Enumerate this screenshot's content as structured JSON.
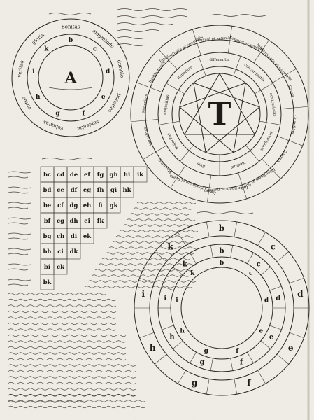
{
  "first_figure": {
    "ring_words": [
      "Bonitas",
      "magnitudo",
      "duratio",
      "potestas",
      "sapientia",
      "voluntas",
      "virtus",
      "veritas",
      "gloria"
    ],
    "letters": [
      "b",
      "c",
      "d",
      "e",
      "f",
      "g",
      "h",
      "i",
      "k"
    ],
    "center_letter": "A"
  },
  "table_figure": {
    "rows": [
      [
        "bc",
        "cd",
        "de",
        "ef",
        "fg",
        "gh",
        "hi",
        "ik"
      ],
      [
        "bd",
        "ce",
        "df",
        "eg",
        "fh",
        "gi",
        "hk"
      ],
      [
        "be",
        "cf",
        "dg",
        "eh",
        "fi",
        "gk"
      ],
      [
        "bf",
        "cg",
        "dh",
        "ei",
        "fk"
      ],
      [
        "bg",
        "ch",
        "di",
        "ek"
      ],
      [
        "bh",
        "ci",
        "dk"
      ],
      [
        "bi",
        "ck"
      ],
      [
        "bk"
      ]
    ]
  },
  "second_figure": {
    "center_letter": "T",
    "inner_words": [
      "differentia",
      "concordantia",
      "contrarietas",
      "principium",
      "medium",
      "finis",
      "majoritas",
      "aequalitas",
      "minoritas"
    ],
    "outer_words": [
      "Sensual et sensual",
      "Intellectualis et sensualis",
      "Causa",
      "Quantitas",
      "Tempus",
      "Inter finem et finem",
      "Inter finem et medium",
      "Inter principium et finem",
      "Maioritas",
      "Aequalitas",
      "Minoritas",
      "Intellectualis",
      "Intellectualis et sensualis",
      "Sensual et sensual"
    ]
  },
  "fourth_figure": {
    "outer_letters": [
      "b",
      "c",
      "d",
      "e",
      "f",
      "g",
      "h",
      "i",
      "k"
    ],
    "middle_letters": [
      "b",
      "c",
      "d",
      "e",
      "f",
      "g",
      "h",
      "i",
      "k"
    ],
    "inner_letters": [
      "b",
      "c",
      "d",
      "e",
      "f",
      "g",
      "h",
      "i",
      "k"
    ]
  }
}
